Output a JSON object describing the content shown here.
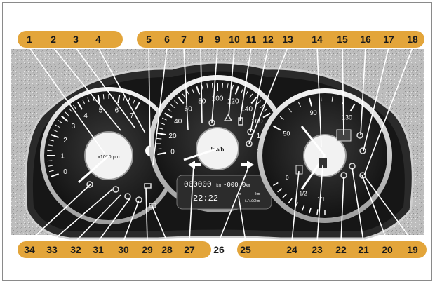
{
  "top_callouts": [
    "1",
    "2",
    "3",
    "4",
    "5",
    "6",
    "7",
    "8",
    "9",
    "10",
    "11",
    "12",
    "13",
    "14",
    "15",
    "16",
    "17",
    "18"
  ],
  "bottom_callouts": [
    "34",
    "33",
    "32",
    "31",
    "30",
    "29",
    "28",
    "27",
    "26",
    "25",
    "24",
    "23",
    "22",
    "21",
    "20",
    "19"
  ],
  "tachometer": {
    "unit": "x1000rpm",
    "scale": [
      "0",
      "1",
      "2",
      "3",
      "4",
      "5",
      "6",
      "7"
    ]
  },
  "speedometer": {
    "unit": "km/h",
    "scale": [
      "0",
      "20",
      "40",
      "60",
      "80",
      "100",
      "120",
      "140",
      "160",
      "180",
      "200"
    ]
  },
  "right_gauge": {
    "temp_scale": [
      "50",
      "90",
      "130"
    ],
    "fuel_scale": [
      "0",
      "1/2",
      "1/1"
    ]
  },
  "display": {
    "odometer": "000000",
    "odometer_unit": "km",
    "trip": "-000.0",
    "trip_unit": "km",
    "clock": "22:22",
    "consumption": "-- L/100km",
    "consumption_label": "ø ---.- km"
  },
  "colors": {
    "callout": "#e3a53a",
    "dial": "#1c1c1c",
    "needle": "#ffffff"
  }
}
